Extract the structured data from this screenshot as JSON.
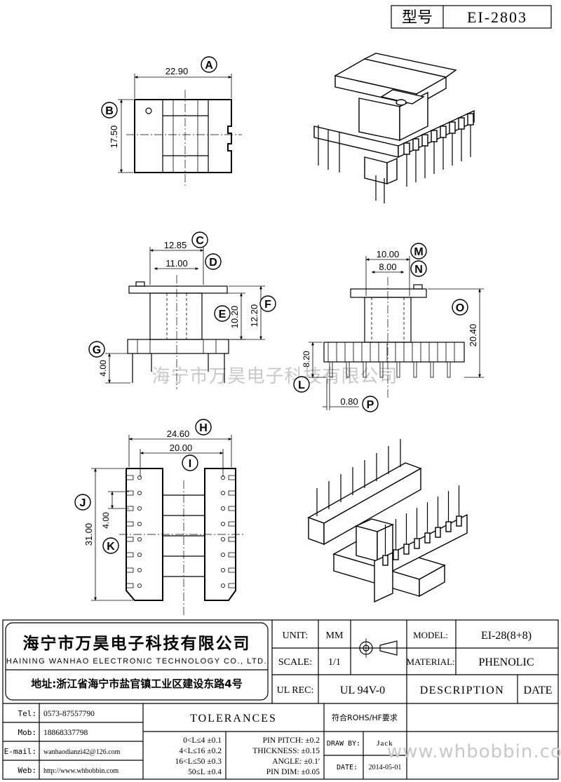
{
  "header": {
    "type_label": "型号",
    "model_code": "EI-2803"
  },
  "dimensions": {
    "A": "22.90",
    "B": "17.50",
    "C": "12.85",
    "D": "11.00",
    "E": "10.20",
    "F": "12.20",
    "G": "4.00",
    "M": "10.00",
    "N": "8.00",
    "O": "20.40",
    "L": "8.20",
    "P": "0.80",
    "H": "24.60",
    "I": "20.00",
    "J": "31.00",
    "K": "4.00"
  },
  "callouts": [
    "A",
    "B",
    "C",
    "D",
    "E",
    "F",
    "G",
    "H",
    "I",
    "J",
    "K",
    "L",
    "M",
    "N",
    "O",
    "P"
  ],
  "watermark": "海宁市万昊电子科技有限公司",
  "company": {
    "name_cn": "海宁市万昊电子科技有限公司",
    "name_en": "HAINING WANHAO ELECTRONIC TECHNOLOGY CO., LTD.",
    "address": "地址:浙江省海宁市盐官镇工业区建设东路4号"
  },
  "title_block": {
    "unit_label": "UNIT:",
    "unit_value": "MM",
    "scale_label": "SCALE:",
    "scale_value": "1/1",
    "model_label": "MODEL:",
    "model_value": "EI-28(8+8)",
    "material_label": "MATERIAL:",
    "material_value": "PHENOLIC",
    "ul_label": "UL REC:",
    "ul_value": "UL 94V-0",
    "description_label": "DESCRIPTION",
    "date_label": "DATE"
  },
  "contact": [
    {
      "label": "Tel:",
      "value": "0573-87557790"
    },
    {
      "label": "Mob:",
      "value": "18868337798"
    },
    {
      "label": "E-mail:",
      "value": "wanhaodianzi42@126.com"
    },
    {
      "label": "Web:",
      "value": "http://www.whbobbin.com"
    }
  ],
  "tolerances": {
    "title": "TOLERANCES",
    "ranges": [
      "0<L≤4  ±0.1",
      "4<L≤16  ±0.2",
      "16<L≤50  ±0.3",
      "50≤L  ±0.4"
    ],
    "specs": [
      "PIN PITCH: ±0.2",
      "THICKNESS: ±0.15",
      "ANGLE: ±0.1'",
      "PIN DIM: ±0.05"
    ]
  },
  "compliance": "符合ROHS/HF要求",
  "draw_by_label": "DRAW BY:",
  "draw_by_value": "Jack",
  "date_field_label": "DATE:",
  "date_value": "2014-05-01",
  "footer_watermark": "www.whbobbin.com"
}
